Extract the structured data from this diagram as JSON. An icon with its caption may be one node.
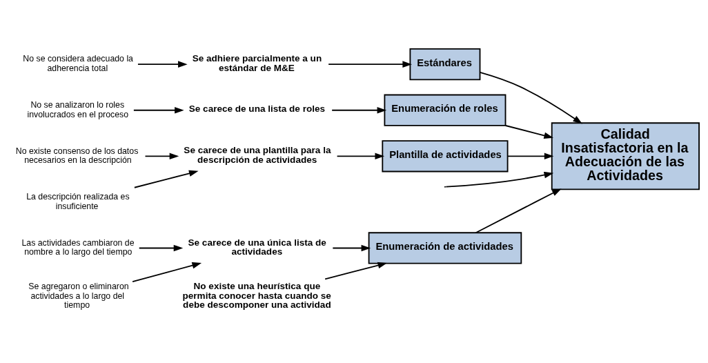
{
  "diagram": {
    "nodes": [
      {
        "text": [
          "Enumeración de actividades"
        ]
      },
      {
        "text": [
          "Las actividades cambiaron de nombre a lo largo del tiempo"
        ]
      },
      {
        "text": [
          "Se carece de una única lista de actividades"
        ]
      },
      {
        "text": [
          "Se agregaron o eliminaron actividades a lo largo del tiempo"
        ]
      },
      {
        "text": [
          "Estándares"
        ]
      },
      {
        "text": [
          "No se considera adecuado la adherencia total"
        ]
      },
      {
        "text": [
          "Se adhiere parcialmente a un estándar de M&E"
        ]
      },
      {
        "text": [
          "No existe una heurística que permita conocer hasta cuando se debe descomponer una actividad"
        ]
      },
      {
        "text": [
          "Calidad Insatisfactoria en la Adecuación de las Actividades"
        ]
      },
      {
        "text": [
          "No se analizaron lo roles involucrados en el proceso"
        ]
      },
      {
        "text": [
          "Se carece de una lista de roles"
        ]
      },
      {
        "text": [
          "No existe consenso de los datos necesarios en la descripción"
        ]
      },
      {
        "text": [
          "Se carece de una plantilla para la descripción de actividades"
        ]
      },
      {
        "text": [
          "La descripción realizada es insuficiente"
        ]
      },
      {
        "text": [
          "Enumeración de roles"
        ]
      },
      {
        "text": [
          "Plantilla de actividades"
        ]
      }
    ],
    "edges": [
      {
        "from": null,
        "to": 8,
        "arrow": "to"
      },
      {
        "from": 0,
        "to": 8,
        "arrow": "to"
      },
      {
        "from": 4,
        "to": 8,
        "arrow": "to"
      },
      {
        "from": 14,
        "to": 8,
        "arrow": "to"
      },
      {
        "from": 15,
        "to": 8,
        "arrow": "to"
      },
      {
        "from": 1,
        "to": 2,
        "arrow": "to"
      },
      {
        "from": 3,
        "to": 2,
        "arrow": "to"
      },
      {
        "from": 2,
        "to": 0,
        "arrow": "to"
      },
      {
        "from": 7,
        "to": 0,
        "arrow": "to"
      },
      {
        "from": 5,
        "to": 6,
        "arrow": "to"
      },
      {
        "from": 6,
        "to": 4,
        "arrow": "to"
      },
      {
        "from": 9,
        "to": 10,
        "arrow": "to"
      },
      {
        "from": 10,
        "to": 14,
        "arrow": "to"
      },
      {
        "from": 11,
        "to": 12,
        "arrow": "to"
      },
      {
        "from": 13,
        "to": 12,
        "arrow": "to"
      },
      {
        "from": 12,
        "to": 15,
        "arrow": "to"
      }
    ]
  }
}
